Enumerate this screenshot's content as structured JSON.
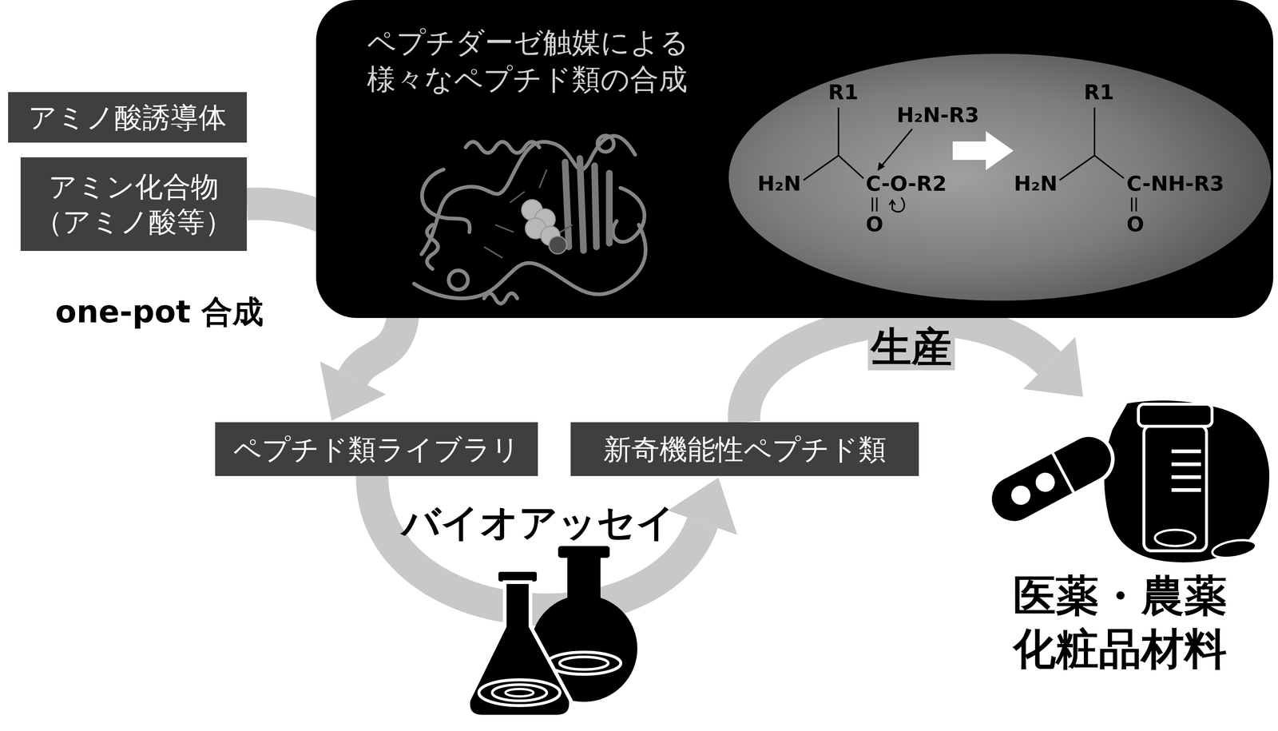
{
  "diagram": {
    "nodes": [
      {
        "text": [
          "ペプチダーゼ触媒による 様々なペプチド類の合成"
        ]
      },
      {
        "text": [
          "R1",
          "H₂N-R3",
          "H₂N",
          "C-O-R2",
          "O",
          "R1",
          "H₂N",
          "C-NH-R3",
          "O"
        ],
        "in": 0
      },
      {
        "text": [
          "アミノ酸誘導体"
        ]
      },
      {
        "text": [
          "アミン化合物 （アミノ酸等）"
        ]
      },
      {
        "text": [
          "ペプチド類ライブラリ"
        ]
      },
      {
        "text": [
          "新奇機能性ペプチド類"
        ]
      },
      {
        "text": [
          "医薬・農薬 化粧品材料"
        ]
      }
    ],
    "edges": [
      {
        "from": 3,
        "to": 4,
        "arrow": "to",
        "label": "one-pot 合成"
      },
      {
        "from": 4,
        "to": 5,
        "arrow": "to",
        "label": "バイオアッセイ"
      },
      {
        "from": 5,
        "to": 6,
        "arrow": "to",
        "label": "生産"
      }
    ]
  }
}
